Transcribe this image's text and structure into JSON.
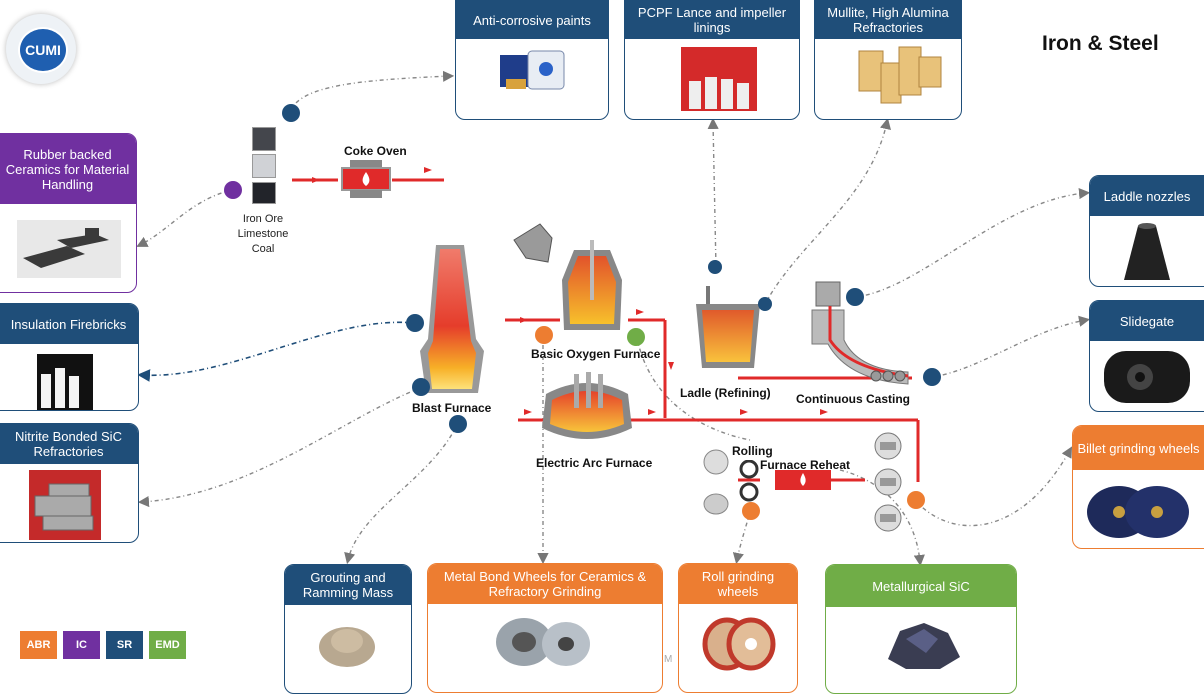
{
  "title": "Iron & Steel",
  "logo": "CUMI",
  "colors": {
    "SR": "#1f4e79",
    "IC": "#7030a0",
    "ABR": "#ed7d31",
    "EMD": "#70ad47",
    "flow": "#e02a2a"
  },
  "cards": {
    "anticorrosive": "Anti-corrosive paints",
    "pcpf": "PCPF Lance and impeller linings",
    "mullite": "Mullite, High Alumina Refractories",
    "rubber": "Rubber backed Ceramics for Material Handling",
    "insulation": "Insulation Firebricks",
    "nitrite": "Nitrite Bonded SiC Refractories",
    "laddle": "Laddle nozzles",
    "slidegate": "Slidegate",
    "billet": "Billet grinding wheels",
    "grouting": "Grouting and Ramming Mass",
    "metalbond": "Metal Bond Wheels for Ceramics & Refractory Grinding",
    "roll": "Roll grinding wheels",
    "metsic": "Metallurgical SiC"
  },
  "process": {
    "coke_oven": "Coke Oven",
    "raw_materials": [
      "Iron Ore",
      "Limestone",
      "Coal"
    ],
    "blast_furnace": "Blast Furnace",
    "bof": "Basic Oxygen Furnace",
    "eaf": "Electric Arc Furnace",
    "ladle": "Ladle (Refining)",
    "casting": "Continuous Casting",
    "rolling": "Rolling",
    "reheat": "Furnace Reheat"
  },
  "legend": [
    "ABR",
    "IC",
    "SR",
    "EMD"
  ],
  "watermark": "M"
}
